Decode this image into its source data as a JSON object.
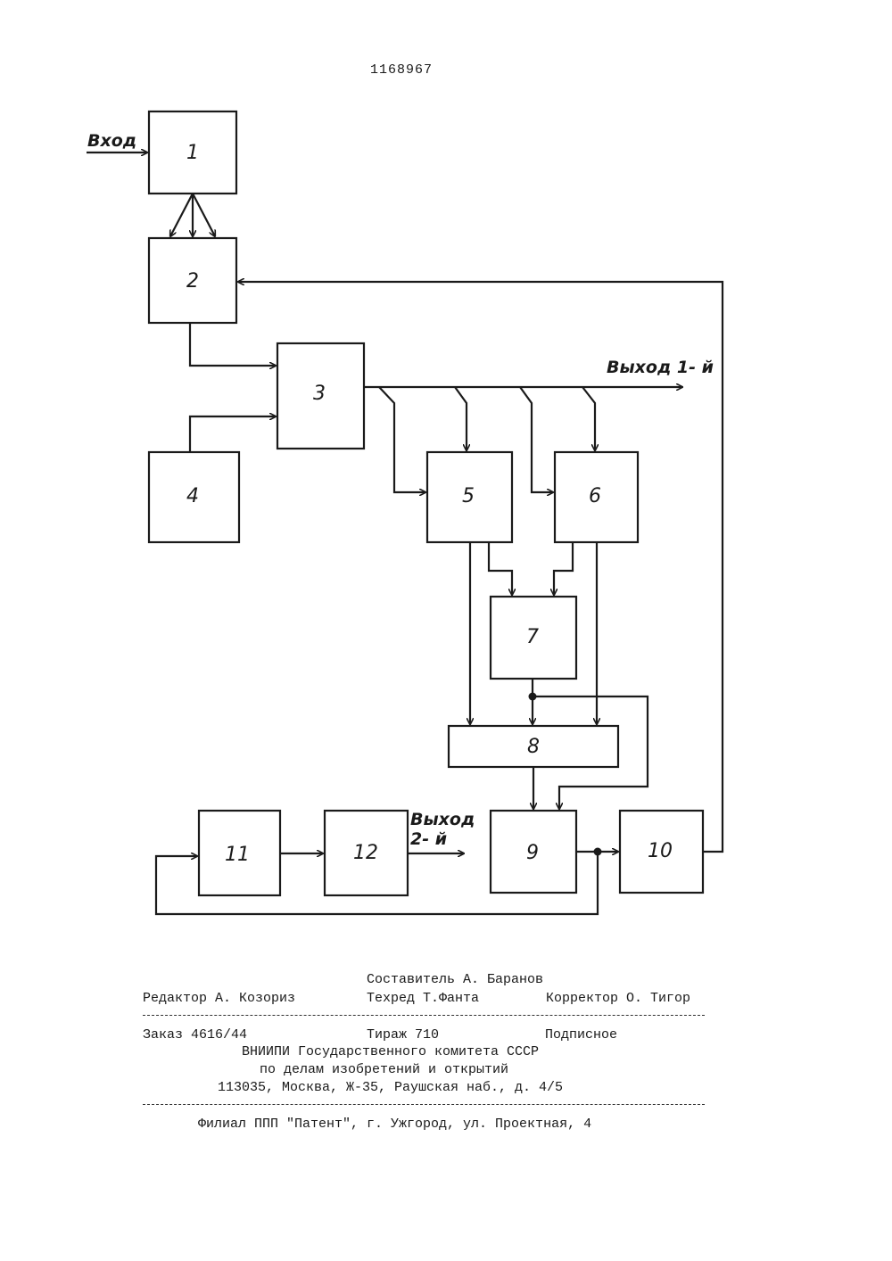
{
  "patent_number": "1168967",
  "diagram": {
    "input_label": "Вход",
    "output1_label": "Выход 1- й",
    "output2_label_line1": "Выход",
    "output2_label_line2": "2- й",
    "blocks": [
      "1",
      "2",
      "3",
      "4",
      "5",
      "6",
      "7",
      "8",
      "9",
      "10",
      "11",
      "12"
    ]
  },
  "colophon": {
    "compiler": "Составитель А. Баранов",
    "editor": "Редактор А. Козориз",
    "techred": "Техред Т.Фанта",
    "corrector": "Корректор О. Тигор",
    "order": "Заказ 4616/44",
    "circulation": "Тираж 710",
    "subscription": "Подписное",
    "org_line1": "ВНИИПИ Государственного комитета СССР",
    "org_line2": "по делам изобретений и открытий",
    "address": "113035, Москва, Ж-35, Раушская наб., д. 4/5",
    "branch": "Филиал ППП \"Патент\", г. Ужгород, ул. Проектная, 4"
  }
}
